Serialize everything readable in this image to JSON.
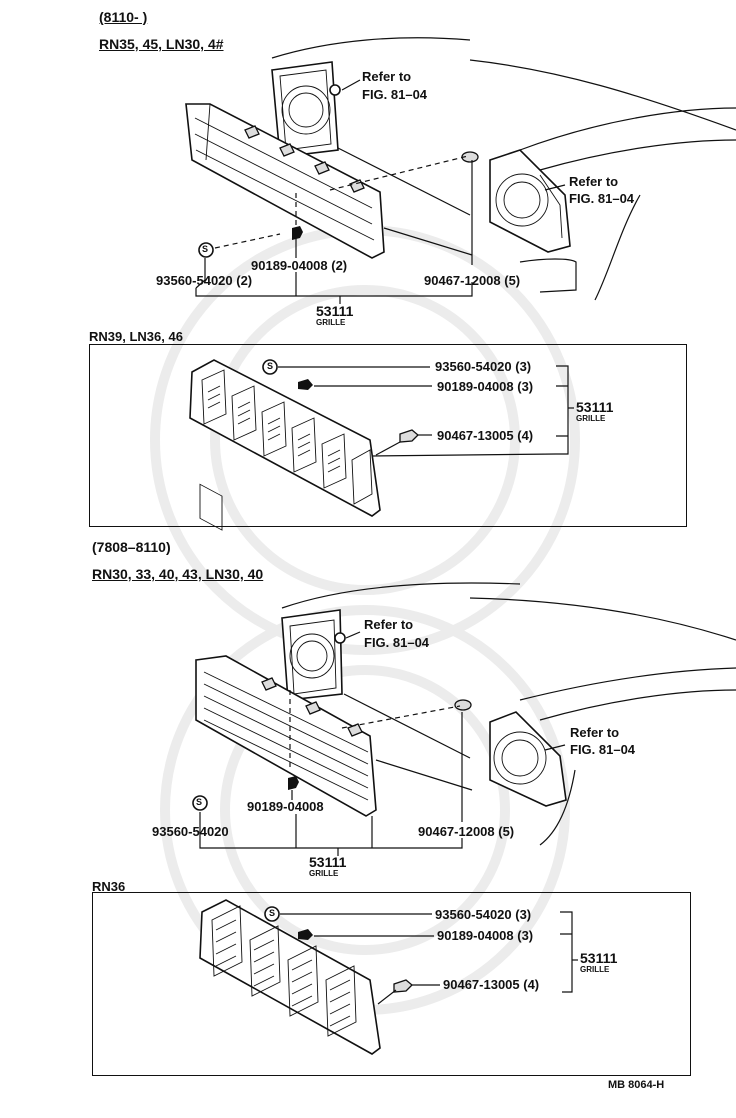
{
  "sections": [
    {
      "range": "(8110-        )",
      "models": "RN35, 45, LN30, 4#",
      "refer_upper": [
        "Refer to",
        "FIG. 81–04"
      ],
      "refer_lower": [
        "Refer to",
        "FIG. 81–04"
      ],
      "screw": "90189-04008 (2)",
      "screw_s": "93560-54020 (2)",
      "clip": "90467-12008 (5)",
      "grille_no": "53111",
      "grille_name": "GRILLE"
    },
    {
      "models": "RN39, LN36, 46",
      "screw_s": "93560-54020 (3)",
      "screw": "90189-04008 (3)",
      "clip": "90467-13005 (4)",
      "grille_no": "53111",
      "grille_name": "GRILLE"
    },
    {
      "range": "(7808–8110)",
      "models": "RN30, 33, 40, 43, LN30, 40",
      "refer_upper": [
        "Refer to",
        "FIG. 81–04"
      ],
      "refer_lower": [
        "Refer to",
        "FIG. 81–04"
      ],
      "screw": "90189-04008",
      "screw_s": "93560-54020",
      "clip": "90467-12008 (5)",
      "grille_no": "53111",
      "grille_name": "GRILLE"
    },
    {
      "models": "RN36",
      "screw_s": "93560-54020 (3)",
      "screw": "90189-04008 (3)",
      "clip": "90467-13005 (4)",
      "grille_no": "53111",
      "grille_name": "GRILLE"
    }
  ],
  "s_symbol": "S",
  "footer_code": "MB 8064-H"
}
